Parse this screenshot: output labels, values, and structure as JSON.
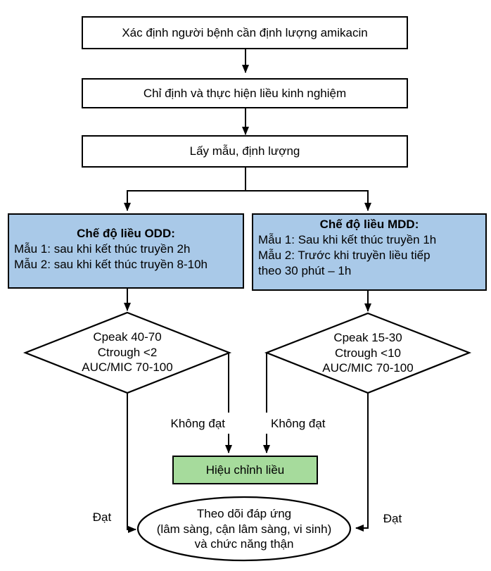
{
  "flow": {
    "steps": [
      "Xác định người bệnh cần định lượng amikacin",
      "Chỉ định và thực hiện liều kinh nghiệm",
      "Lấy mẫu, định lượng"
    ],
    "odd": {
      "title": "Chế độ liều ODD:",
      "lines": [
        "Mẫu 1: sau khi kết thúc truyền 2h",
        "Mẫu 2: sau khi kết thúc truyền 8-10h"
      ]
    },
    "mdd": {
      "title": "Chế độ liều MDD:",
      "lines": [
        "Mẫu 1: Sau khi kết thúc truyền 1h",
        "Mẫu 2: Trước khi truyền liều tiếp",
        "theo 30 phút – 1h"
      ]
    },
    "odd_criteria": [
      "Cpeak 40-70",
      "Ctrough <2",
      "AUC/MIC 70-100"
    ],
    "mdd_criteria": [
      "Cpeak 15-30",
      "Ctrough <10",
      "AUC/MIC 70-100"
    ],
    "labels": {
      "fail_left": "Không đạt",
      "fail_right": "Không đạt",
      "pass_left": "Đạt",
      "pass_right": "Đạt"
    },
    "adjust": "Hiệu chỉnh liều",
    "monitor": [
      "Theo dõi đáp ứng",
      "(lâm sàng, cận lâm sàng, vi sinh)",
      "và chức năng thận"
    ],
    "colors": {
      "regimen_fill": "#A9C9E8",
      "adjust_fill": "#A6DB9C",
      "line": "#000000"
    }
  }
}
